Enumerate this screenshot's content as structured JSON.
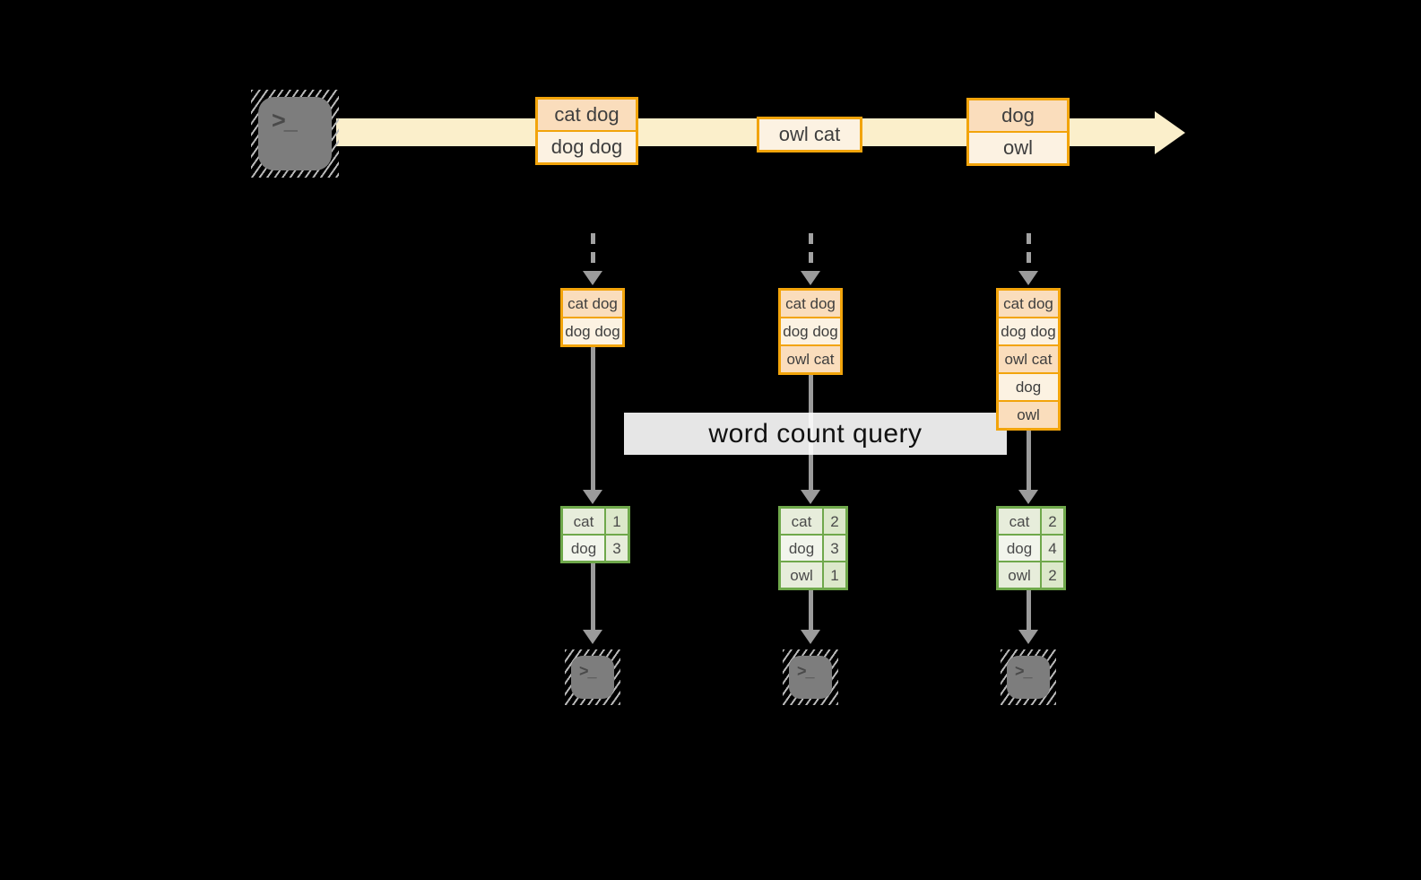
{
  "query": {
    "label": "word count query"
  },
  "stream": {
    "prompt": ">_",
    "source_icon": "terminal",
    "batches": [
      {
        "cells": [
          "cat dog",
          "dog dog"
        ],
        "first_shade": "peach"
      },
      {
        "cells": [
          "owl cat"
        ],
        "first_shade": "cream"
      },
      {
        "cells": [
          "dog",
          "owl"
        ],
        "first_shade": "peach"
      }
    ]
  },
  "pipelines": [
    {
      "buffer": [
        "cat dog",
        "dog dog"
      ],
      "counts": [
        {
          "word": "cat",
          "count": "1"
        },
        {
          "word": "dog",
          "count": "3"
        }
      ]
    },
    {
      "buffer": [
        "cat dog",
        "dog dog",
        "owl cat"
      ],
      "counts": [
        {
          "word": "cat",
          "count": "2"
        },
        {
          "word": "dog",
          "count": "3"
        },
        {
          "word": "owl",
          "count": "1"
        }
      ]
    },
    {
      "buffer": [
        "cat dog",
        "dog dog",
        "owl cat",
        "dog",
        "owl"
      ],
      "counts": [
        {
          "word": "cat",
          "count": "2"
        },
        {
          "word": "dog",
          "count": "4"
        },
        {
          "word": "owl",
          "count": "2"
        }
      ]
    }
  ],
  "colors": {
    "background": "#000000",
    "orange_border": "#F2A40B",
    "peach_fill": "#FADDBC",
    "cream_fill": "#FCF2E2",
    "stream_band": "#FBEFCB",
    "green_border": "#6FA84B",
    "green_fill_sage": "#E7EDDB",
    "green_fill_light": "#F2F5EC",
    "green_fill_deep": "#DCE8CA",
    "arrow_gray": "#9B9B9B",
    "terminal_gray": "#7D7D7D",
    "query_bg": "#FFFFFF"
  }
}
